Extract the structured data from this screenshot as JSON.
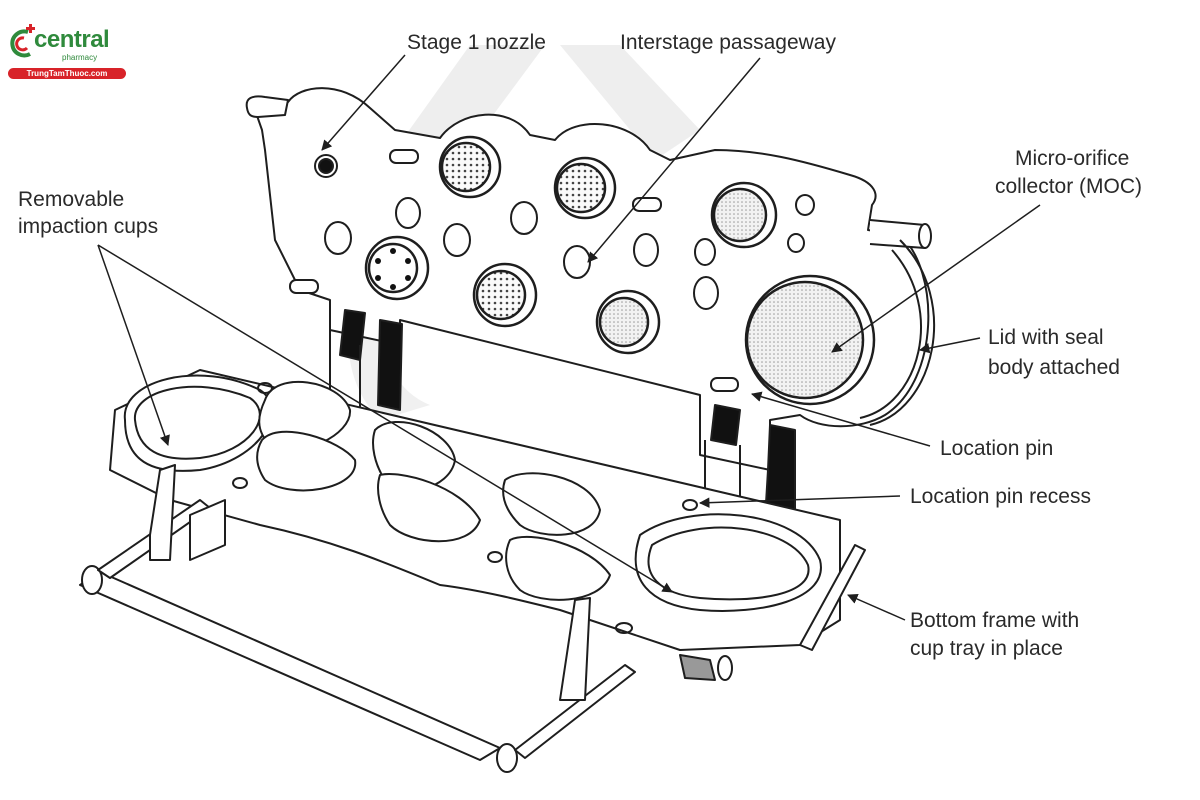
{
  "logo": {
    "brand": "central",
    "subtitle": "pharmacy",
    "site": "TrungTamThuoc.com",
    "colors": {
      "green": "#2f8a3c",
      "red": "#d82329"
    }
  },
  "diagram": {
    "subject": "Next Generation Impactor (NGI) with lid open",
    "labels": {
      "stage1_nozzle": "Stage 1 nozzle",
      "interstage": "Interstage passageway",
      "moc_line1": "Micro-orifice",
      "moc_line2": "collector (MOC)",
      "cups_line1": "Removable",
      "cups_line2": "impaction cups",
      "lid_line1": "Lid with seal",
      "lid_line2": "body attached",
      "location_pin": "Location pin",
      "pin_recess": "Location pin recess",
      "frame_line1": "Bottom frame with",
      "frame_line2": "cup tray in place"
    },
    "colors": {
      "line": "#1e1e1e",
      "fill": "#ffffff",
      "watermark": "#e6e6e6",
      "screen": "#cfcfcf"
    }
  }
}
